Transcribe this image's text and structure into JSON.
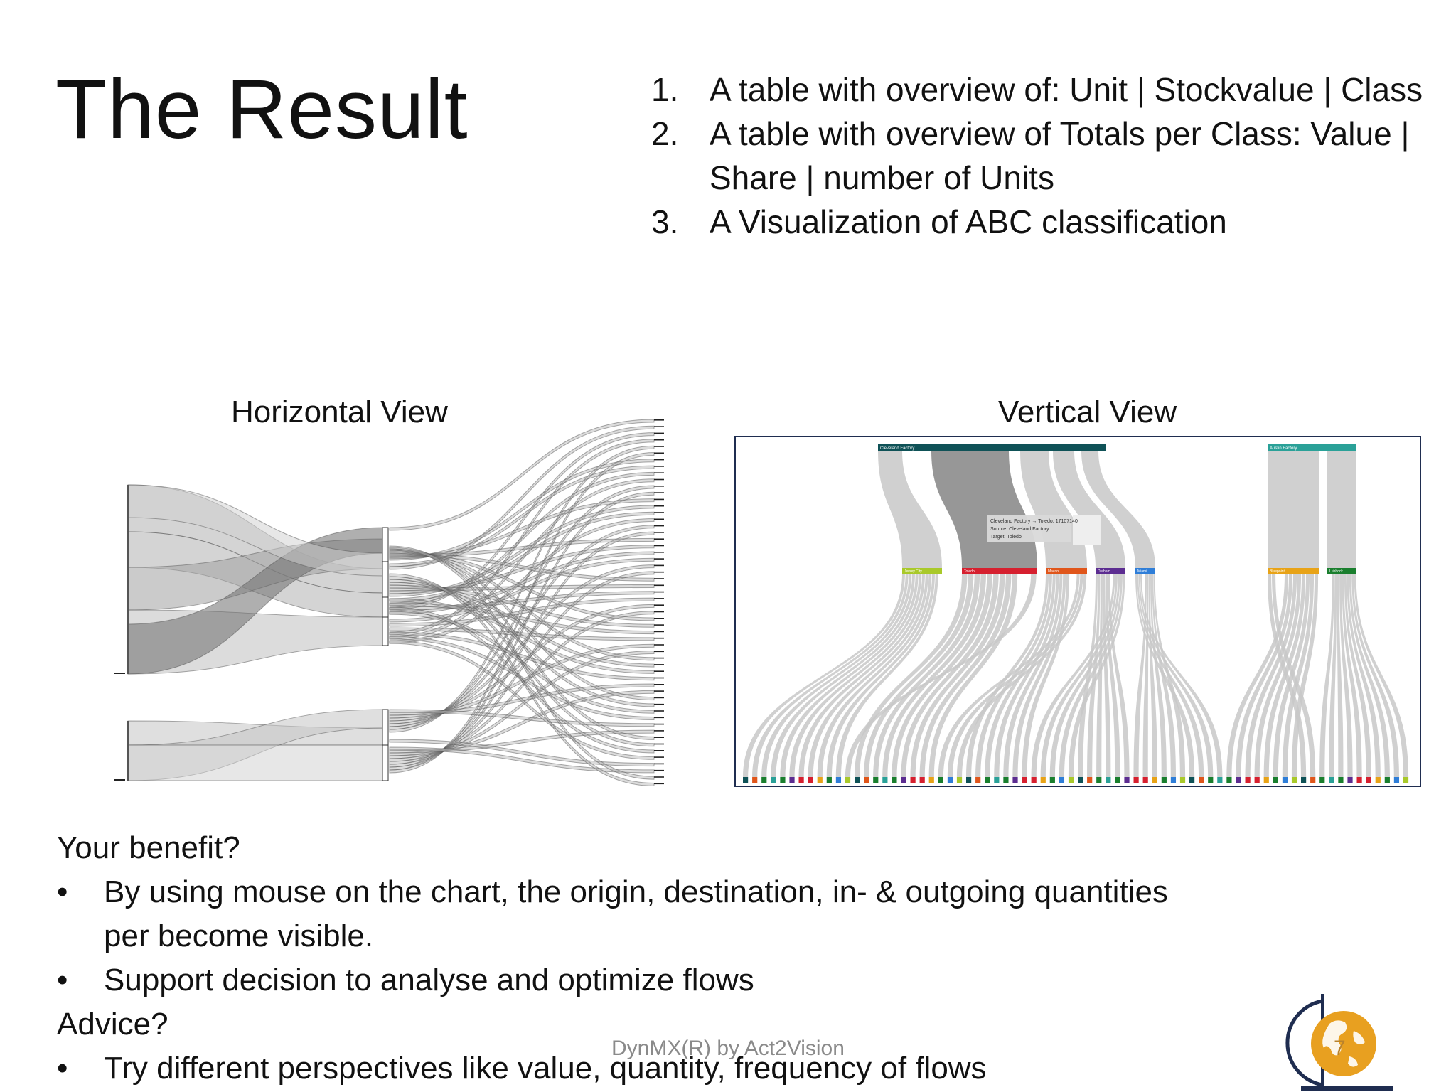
{
  "slide": {
    "title": "The Result",
    "list": [
      {
        "num": "1.",
        "text": "A table with overview of: Unit | Stockvalue | Class"
      },
      {
        "num": "2.",
        "text": "A table with overview of Totals per Class: Value | Share | number of Units"
      },
      {
        "num": "3.",
        "text": "A Visualization of ABC classification"
      }
    ],
    "horizontal_label": "Horizontal View",
    "vertical_label": "Vertical View",
    "benefit": {
      "heading": "Your benefit?",
      "bullets": [
        "By using mouse on the chart, the origin, destination, in- & outgoing quantities per become visible.",
        "Support decision to analyse and optimize flows"
      ]
    },
    "advice": {
      "heading": "Advice?",
      "bullets": [
        "Try different perspectives like value, quantity, frequency of flows"
      ]
    },
    "bullet_char": "•",
    "footer": "DynMX(R) by Act2Vision",
    "page_number": "7"
  },
  "vertical_view": {
    "sources": [
      "Cleveland Factory",
      "Austin Factory"
    ],
    "tooltip": [
      "Cleveland Factory → Toledo: 17107140",
      "Source: Cleveland Factory",
      "Target: Toledo"
    ],
    "middle": [
      {
        "label": "Jersey City",
        "color": "#a9c92a"
      },
      {
        "label": "Toledo",
        "color": "#d6202f"
      },
      {
        "label": "Macon",
        "color": "#e0561b"
      },
      {
        "label": "Durham",
        "color": "#5c2d91"
      },
      {
        "label": "Miami",
        "color": "#2f7ed8"
      },
      {
        "label": "Bluepoint",
        "color": "#e8a317"
      },
      {
        "label": "Lubbock",
        "color": "#1a7f2e"
      }
    ],
    "source_colors": [
      "#0f5257",
      "#2aa198"
    ]
  },
  "colors": {
    "text": "#111111",
    "frame": "#1f2d50",
    "flow_gray": "#c8c8c8",
    "flow_dark": "#8c8c8c",
    "logo_orange": "#e8a020",
    "logo_navy": "#1f2d50",
    "footer_gray": "#8a8a8a"
  }
}
